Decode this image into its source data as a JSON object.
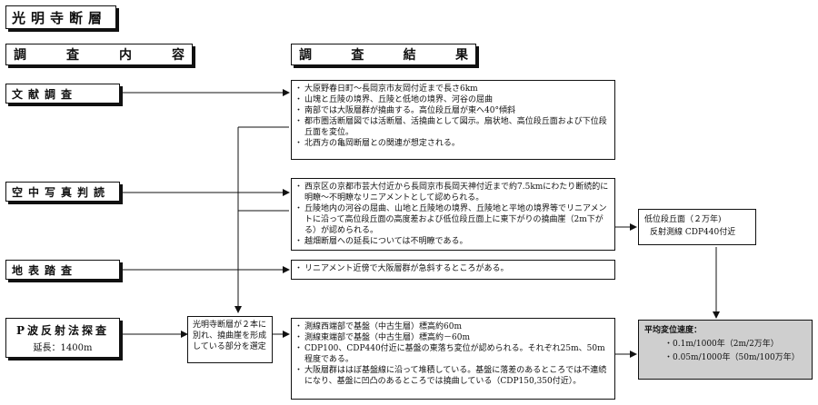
{
  "title": "光明寺断層",
  "headers": {
    "investigation": [
      "調",
      "査",
      "内",
      "容"
    ],
    "results": [
      "調",
      "査",
      "結",
      "果"
    ]
  },
  "methods": {
    "literature": "文献調査",
    "aerial": "空中写真判読",
    "field": "地表踏査",
    "seismic": {
      "name": "P波反射法探査",
      "length": "延長：1400m"
    }
  },
  "intermediate": "光明寺断層が２本に別れ、撓曲崖を形成している部分を選定",
  "results": {
    "literature": [
      "大原野春日町～長岡京市友岡付近まで長さ6km",
      "山塊と丘陵の境界、丘陵と低地の境界、河谷の屈曲",
      "南部では大阪層群が撓曲する。高位段丘層が東へ40°傾斜",
      "都市圏活断層図では活断層、活撓曲として図示。扇状地、高位段丘面および下位段丘面を変位。",
      "北西方の亀岡断層との関連が想定される。"
    ],
    "aerial": [
      "西京区の京都市芸大付近から長岡京市長岡天神付近まで約7.5kmにわたり断続的に明瞭～不明瞭なリニアメントとして認められる。",
      "丘陵地内の河谷の屈曲、山地と丘陵地の境界、丘陵地と平地の境界等でリニアメントに沿って高位段丘面の高度差および低位段丘面上に東下がりの撓曲崖（2m下がる）が認められる。",
      "越畑断層への延長については不明瞭である。"
    ],
    "field": [
      "リニアメント近傍で大阪層群が急斜するところがある。"
    ],
    "seismic": [
      "測線西端部で基盤（中古生層）標高約60m",
      "測線東端部で基盤（中古生層）標高約－60m",
      "CDP100、CDP440付近に基盤の東落ち変位が認められる。それぞれ25m、50m程度である。",
      "大阪層群ははぼ基盤線に沿って堆積している。基盤に落差のあるところでは不連続になり、基盤に凹凸のあるところでは撓曲している（CDP150,350付近）。"
    ]
  },
  "terrace": {
    "line1": "低位段丘面（２万年)",
    "line2": "反射測線 CDP440付近"
  },
  "rate": {
    "title": "平均変位速度：",
    "item1": "・0.1m/1000年（2m/2万年）",
    "item2": "・0.05m/1000年（50m/100万年）"
  }
}
